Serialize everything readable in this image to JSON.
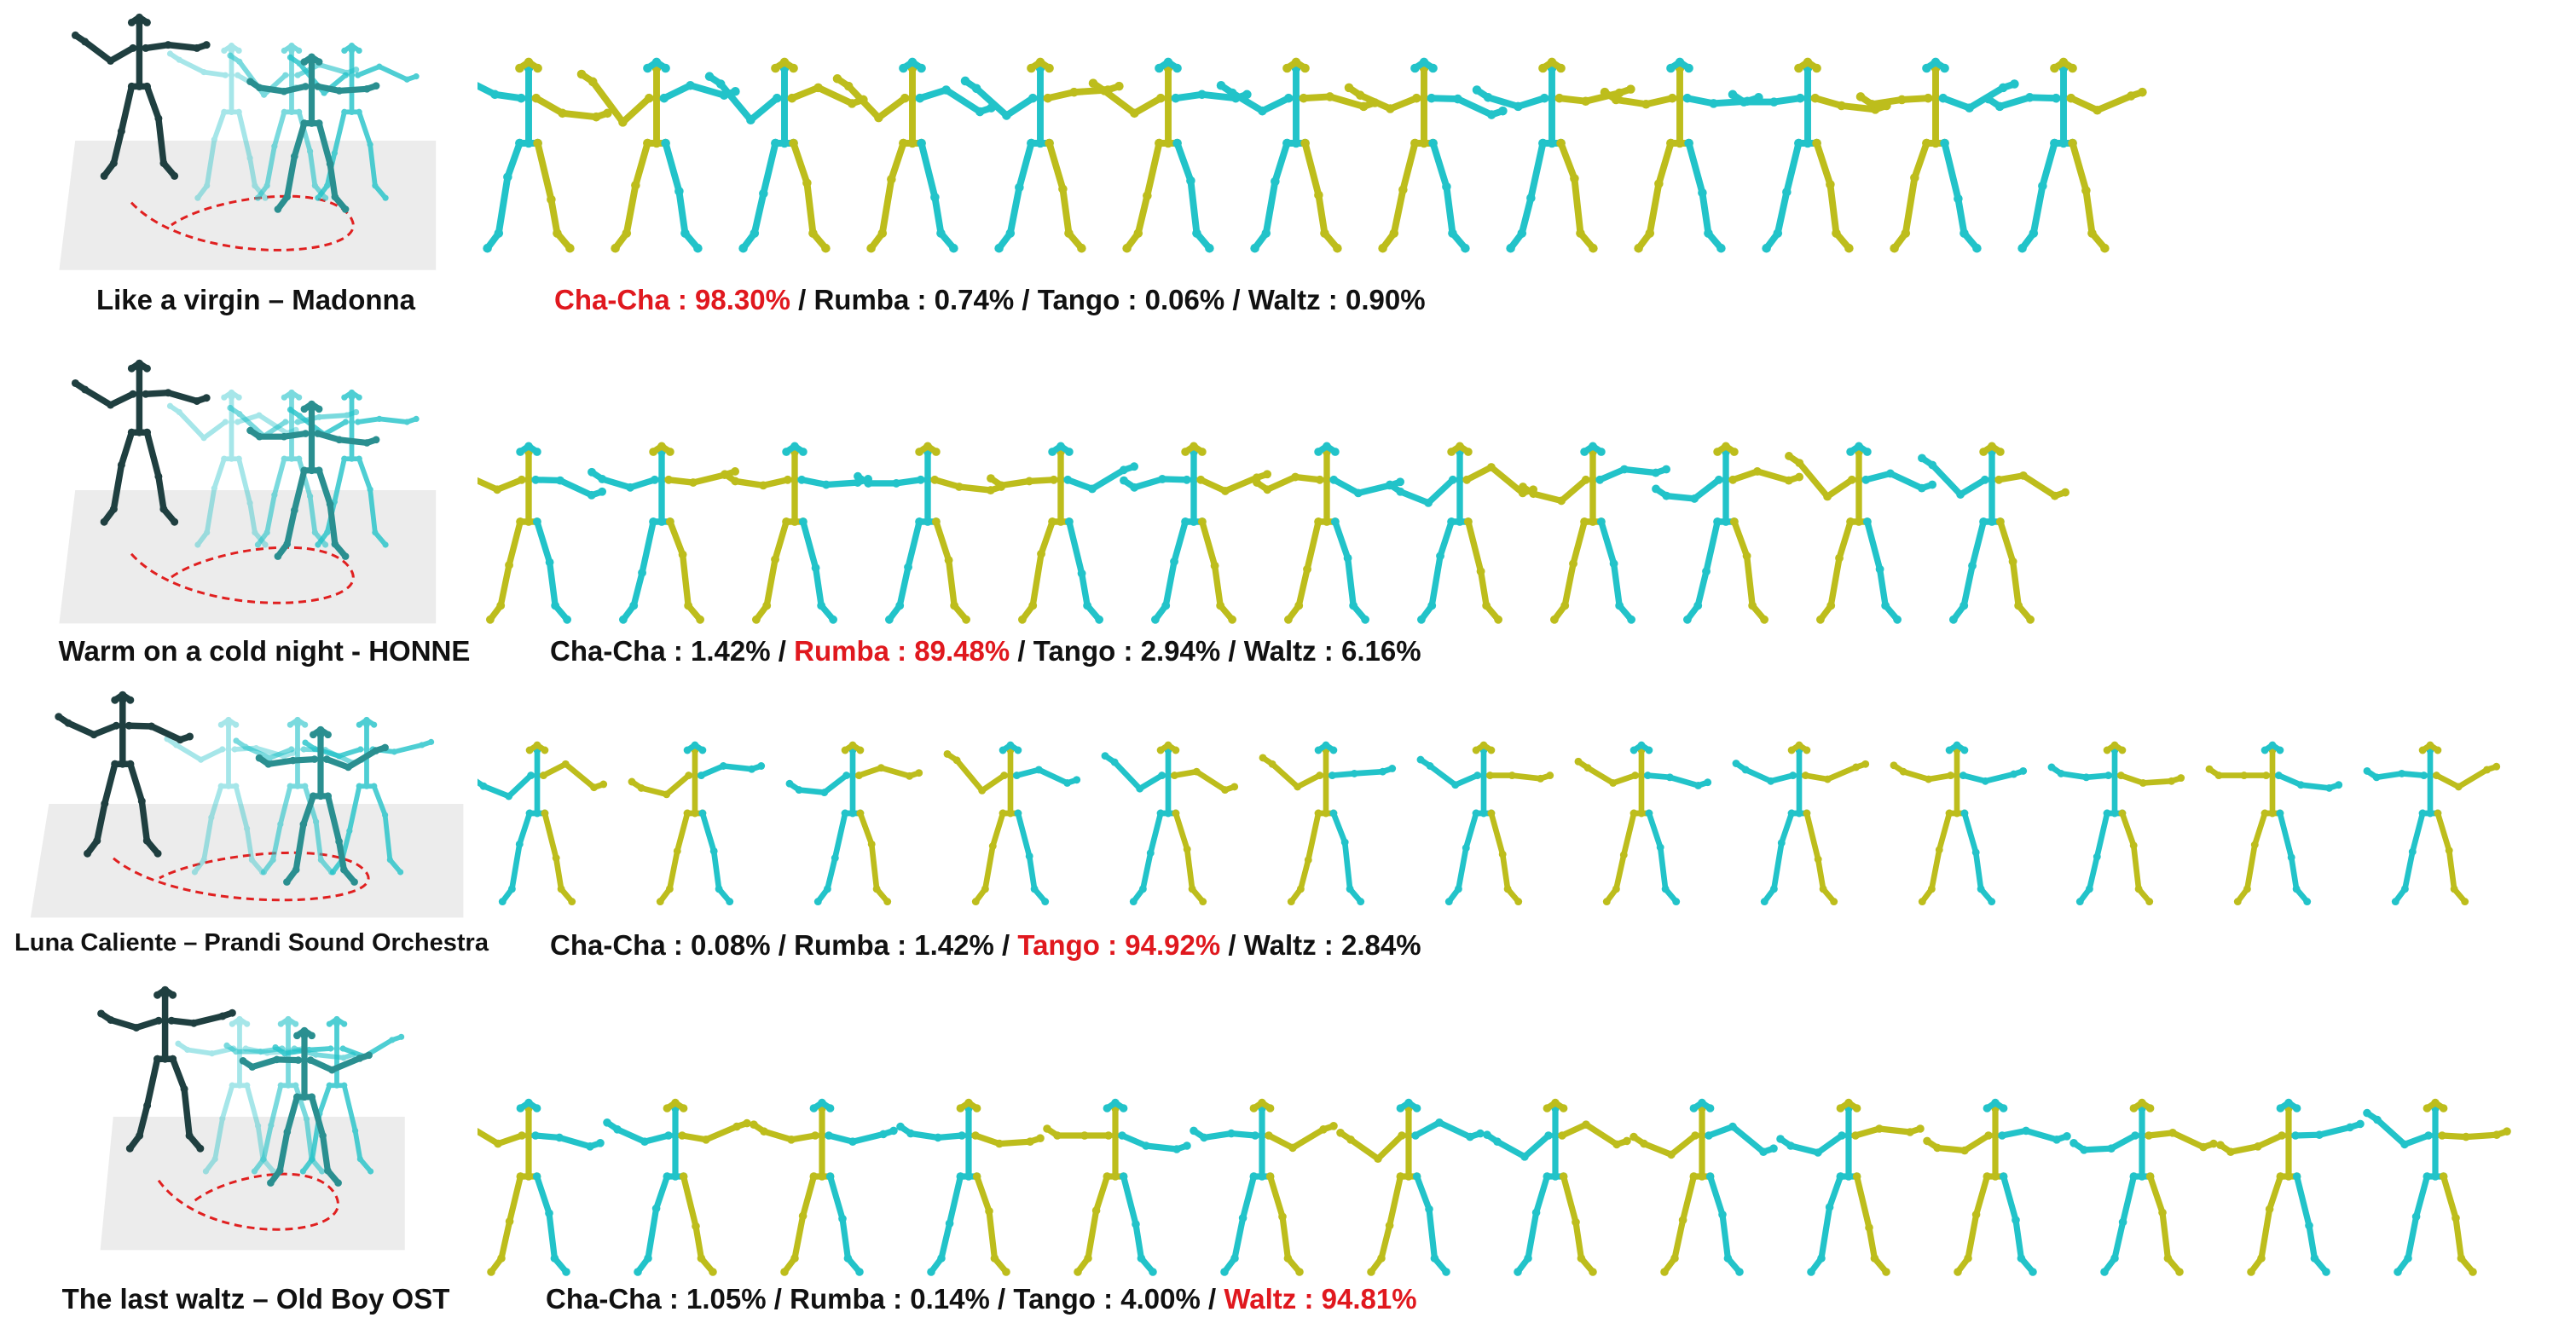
{
  "colors": {
    "cyan": "#22c3c9",
    "yellow": "#bdbd1c",
    "dark": "#1f3f40",
    "mid": "#2a8f90",
    "floor": "#ececec",
    "trajectory": "#e02020",
    "highlight": "#e0181e"
  },
  "rows": [
    {
      "song": "Like a virgin – Madonna",
      "probs": [
        {
          "label": "Cha-Cha",
          "value": "98.30%"
        },
        {
          "label": "Rumba",
          "value": "0.74%"
        },
        {
          "label": "Tango",
          "value": "0.06%"
        },
        {
          "label": "Waltz",
          "value": "0.90%"
        }
      ],
      "highlight": 0
    },
    {
      "song": "Warm on a cold night - HONNE",
      "probs": [
        {
          "label": "Cha-Cha",
          "value": "1.42%"
        },
        {
          "label": "Rumba",
          "value": "89.48%"
        },
        {
          "label": "Tango",
          "value": "2.94%"
        },
        {
          "label": "Waltz",
          "value": "6.16%"
        }
      ],
      "highlight": 1
    },
    {
      "song": "Luna Caliente – Prandi Sound Orchestra",
      "probs": [
        {
          "label": "Cha-Cha",
          "value": "0.08%"
        },
        {
          "label": "Rumba",
          "value": "1.42%"
        },
        {
          "label": "Tango",
          "value": "94.92%"
        },
        {
          "label": "Waltz",
          "value": "2.84%"
        }
      ],
      "highlight": 2
    },
    {
      "song": "The last waltz – Old Boy OST",
      "probs": [
        {
          "label": "Cha-Cha",
          "value": "1.05%"
        },
        {
          "label": "Rumba",
          "value": "0.14%"
        },
        {
          "label": "Tango",
          "value": "4.00%"
        },
        {
          "label": "Waltz",
          "value": "94.81%"
        }
      ],
      "highlight": 3
    }
  ]
}
